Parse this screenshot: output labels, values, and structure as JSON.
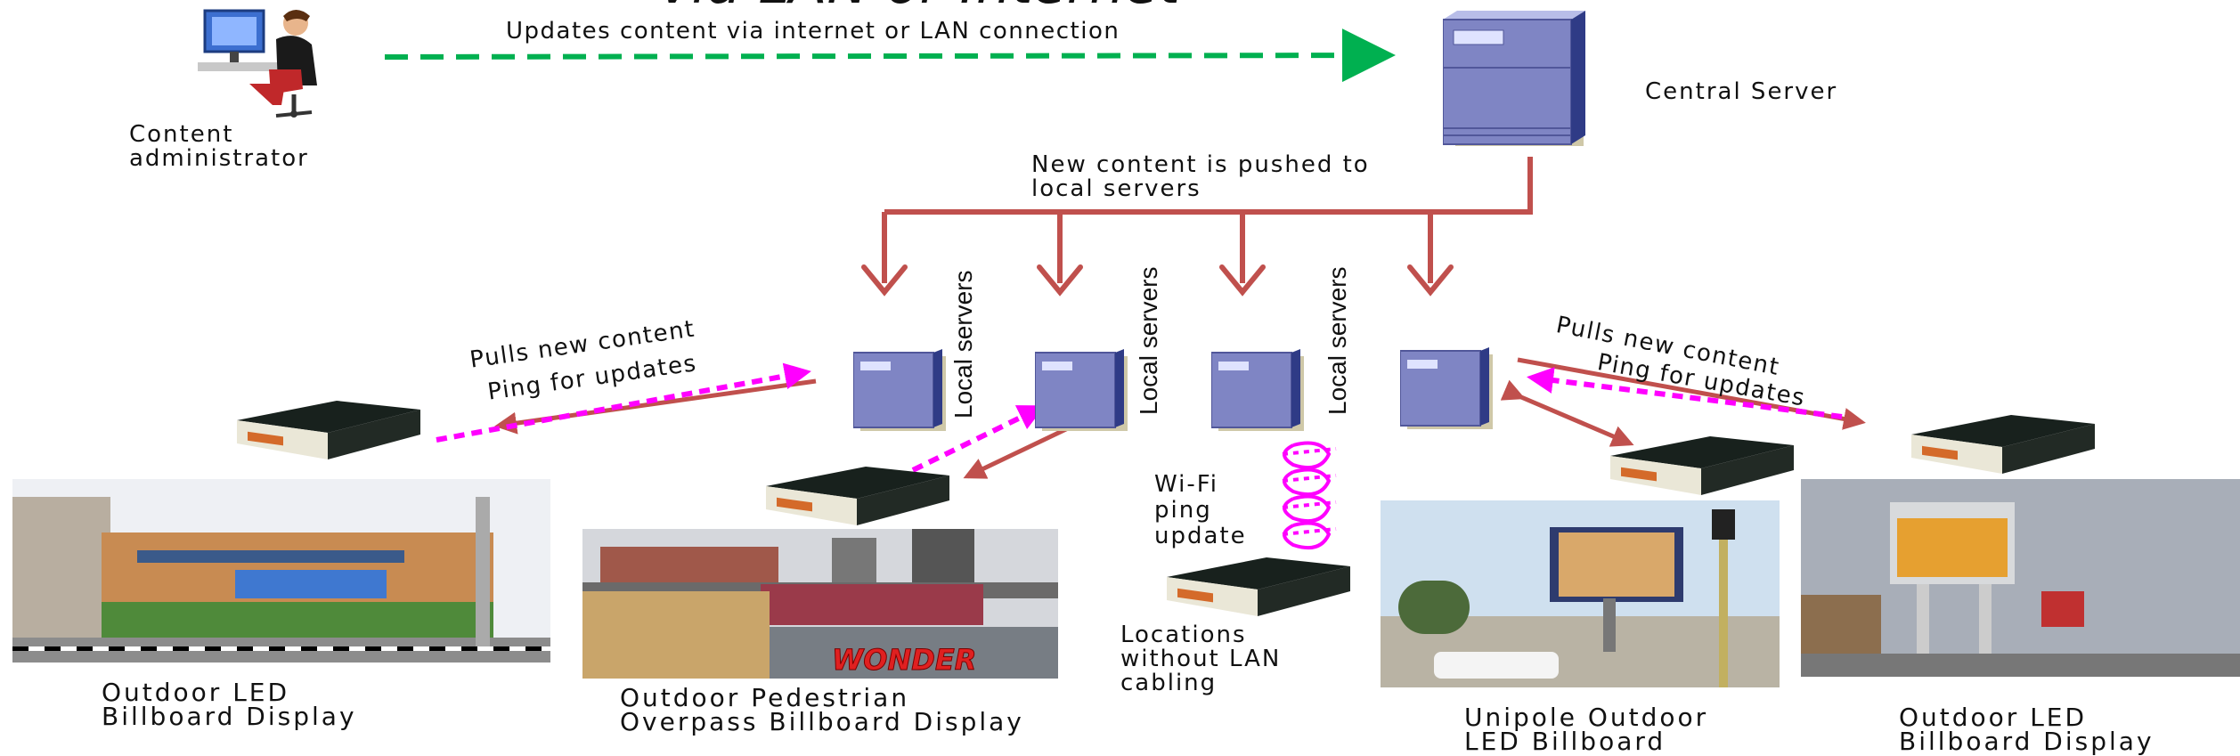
{
  "title_partial": "via LAN or Internet",
  "admin": {
    "label": "Content\nadministrator"
  },
  "top_flow": {
    "label": "Updates content via internet or LAN connection"
  },
  "central_server": {
    "label": "Central Server"
  },
  "push": {
    "label": "New content is pushed to\nlocal servers"
  },
  "local_servers": {
    "label": "Local servers"
  },
  "left_flow": {
    "pulls": "Pulls new content",
    "ping": "Ping for updates"
  },
  "right_flow": {
    "pulls": "Pulls new content",
    "ping": "Ping for updates"
  },
  "wifi": {
    "label": "Wi-Fi\nping\nupdate"
  },
  "no_lan": {
    "label": "Locations\nwithout LAN\ncabling"
  },
  "captions": {
    "c1": "Outdoor  LED\nBillboard  Display",
    "c2": "Outdoor  Pedestrian\nOverpass  Billboard  Display",
    "c3": "Unipole  Outdoor\nLED  Billboard",
    "c4": "Outdoor  LED\nBillboard  Display"
  },
  "overpass_brand": "WONDER",
  "colors": {
    "push_arrow": "#c0504d",
    "ping_arrow": "#ff00ff",
    "internet_arrow": "#00b050",
    "server": "#7f85c4"
  }
}
